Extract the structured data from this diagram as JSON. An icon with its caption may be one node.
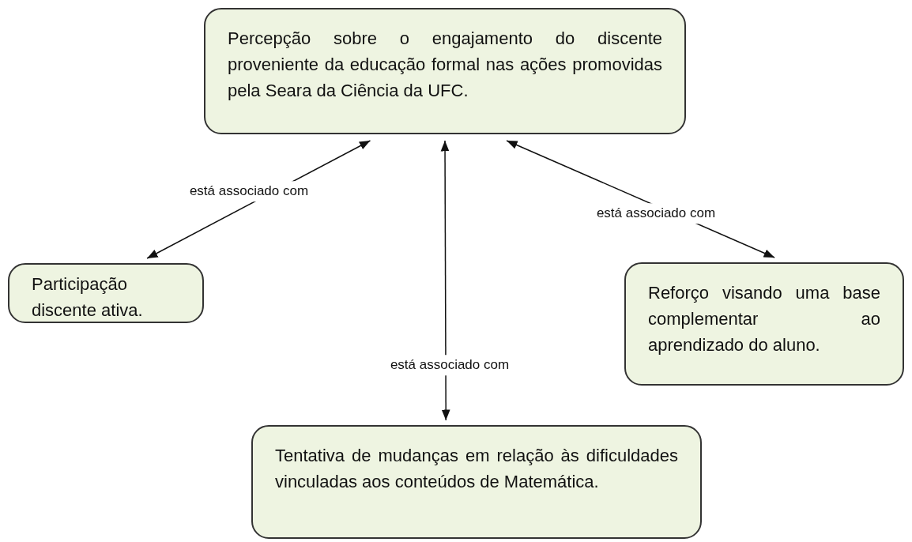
{
  "diagram": {
    "nodes": [
      {
        "text": [
          "Percepção sobre o engajamento do discente proveniente da educação formal nas ações promovidas pela Seara da Ciência da UFC."
        ]
      },
      {
        "text": [
          "Participação discente ativa."
        ]
      },
      {
        "text": [
          "Reforço visando uma base complementar ao aprendizado do aluno."
        ]
      },
      {
        "text": [
          "Tentativa de mudanças em relação às dificuldades vinculadas aos conteúdos de Matemática."
        ]
      }
    ],
    "edges": [
      {
        "from": 0,
        "to": 1,
        "arrow": "both",
        "label": "está associado com"
      },
      {
        "from": 0,
        "to": 3,
        "arrow": "both",
        "label": "está associado com"
      },
      {
        "from": 0,
        "to": 2,
        "arrow": "both",
        "label": "está associado com"
      }
    ]
  }
}
